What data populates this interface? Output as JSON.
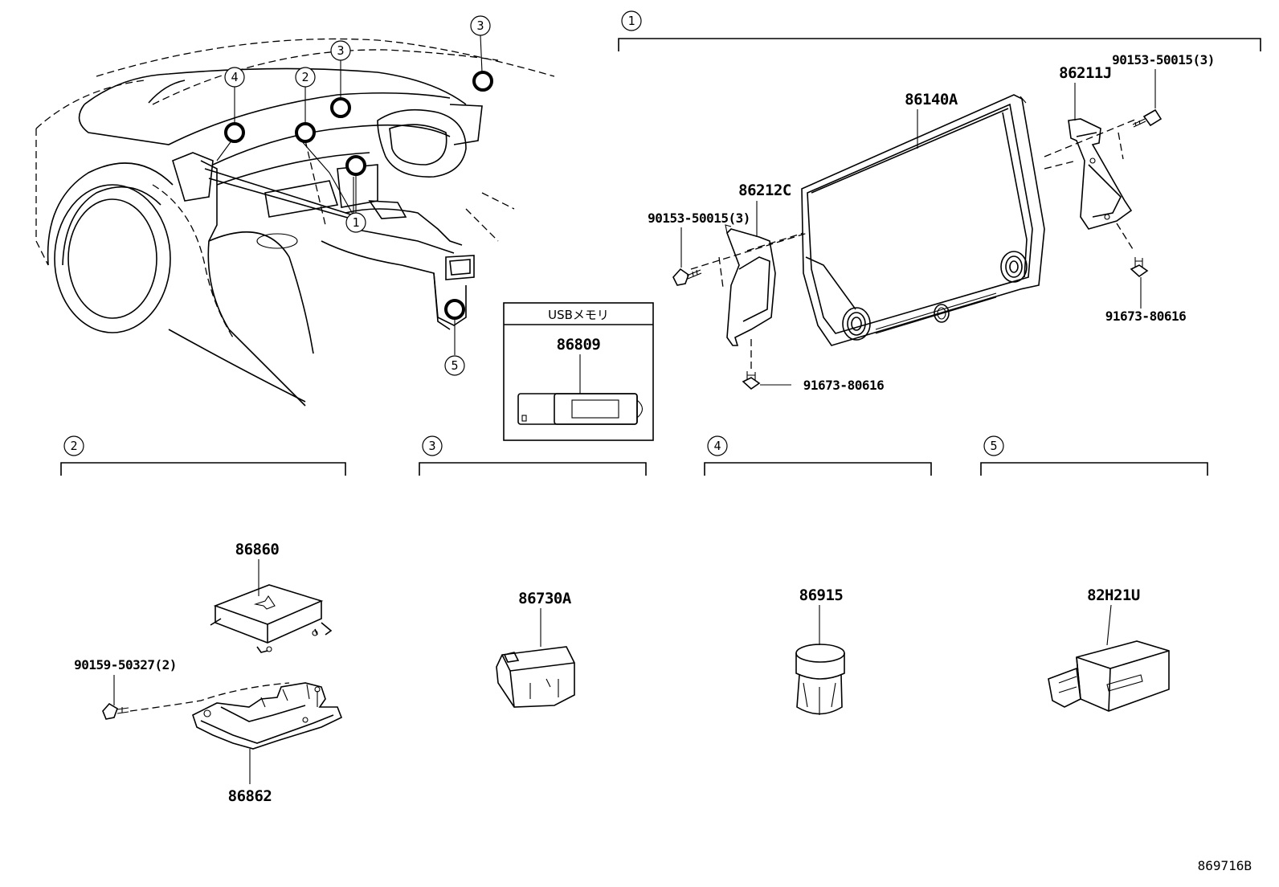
{
  "callouts": {
    "c1": "1",
    "c2": "2",
    "c3": "3",
    "c4": "4",
    "c5": "5"
  },
  "parts": {
    "p86140A": "86140A",
    "p86211J": "86211J",
    "p86212C": "86212C",
    "p90153_top": "90153-50015(3)",
    "p90153_left": "90153-50015(3)",
    "p91673_right": "91673-80616",
    "p91673_bottom": "91673-80616",
    "p86809": "86809",
    "p86860": "86860",
    "p86862": "86862",
    "p90159": "90159-50327(2)",
    "p86730A": "86730A",
    "p86915": "86915",
    "p82H21U": "82H21U"
  },
  "usb_box": {
    "title": "USBメモリ"
  },
  "diagram_id": "869716B"
}
